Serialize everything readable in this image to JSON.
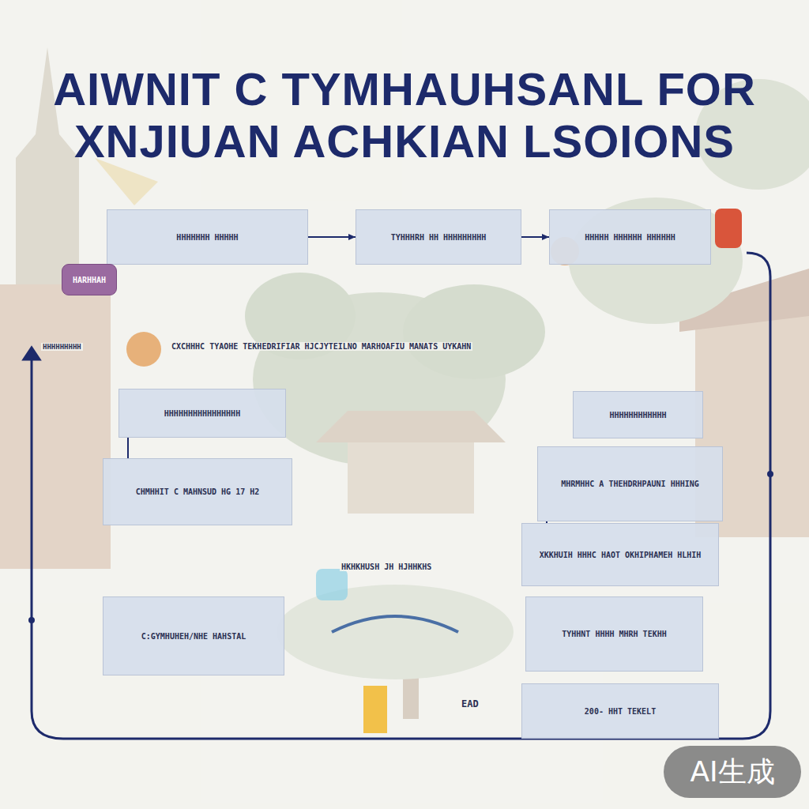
{
  "diagram": {
    "title": "AIWNIT C TYMHAUHSANL FOR XNJIUAN ACHKIAN LSOIONS",
    "nodes": [
      {
        "text": [
          "HHHHHHH HHHHH"
        ]
      },
      {
        "text": [
          "TYHHHRH HH HHHHHHHHH"
        ]
      },
      {
        "text": [
          "HHHHH HHHHHH HHHHHH"
        ]
      },
      {
        "text": [
          "HARHHAH"
        ]
      },
      {
        "text": [
          "HHHHHHHHHHHHHHHH"
        ]
      },
      {
        "text": [
          "CHMHHIT C MAHNSUD HG 17 H2"
        ]
      },
      {
        "text": [
          "HHHHHHHHHHHH"
        ]
      },
      {
        "text": [
          "MHRMHHC A THEHDRHPAUNI HHHING"
        ]
      },
      {
        "text": [
          "XKKHUIH HHHC HAOT OKHIPHAMEH HLHIH"
        ]
      },
      {
        "text": [
          "C:GYMHUHEH/NHE HAHSTAL"
        ]
      },
      {
        "text": [
          "TYHHNT HHHH MHRH TEKHH"
        ]
      },
      {
        "text": [
          "200- HHT TEKELT"
        ]
      }
    ],
    "edges": [
      {
        "from": 0,
        "to": 1,
        "arrow": "to"
      },
      {
        "from": 1,
        "to": 2,
        "arrow": "to"
      },
      {
        "from": 4,
        "to": 5,
        "arrow": "none"
      },
      {
        "from": 7,
        "to": 8,
        "arrow": "none"
      }
    ],
    "labels": [
      "CXCHHHC TYAOHE TEKHEDRIFIAR HJCJYTEILNO MARHOAFIU MANATS UYKAHN",
      "HHHHHHHHH",
      "HKHKHUSH JH HJHHKHS",
      "EAD",
      "AI生成"
    ]
  }
}
